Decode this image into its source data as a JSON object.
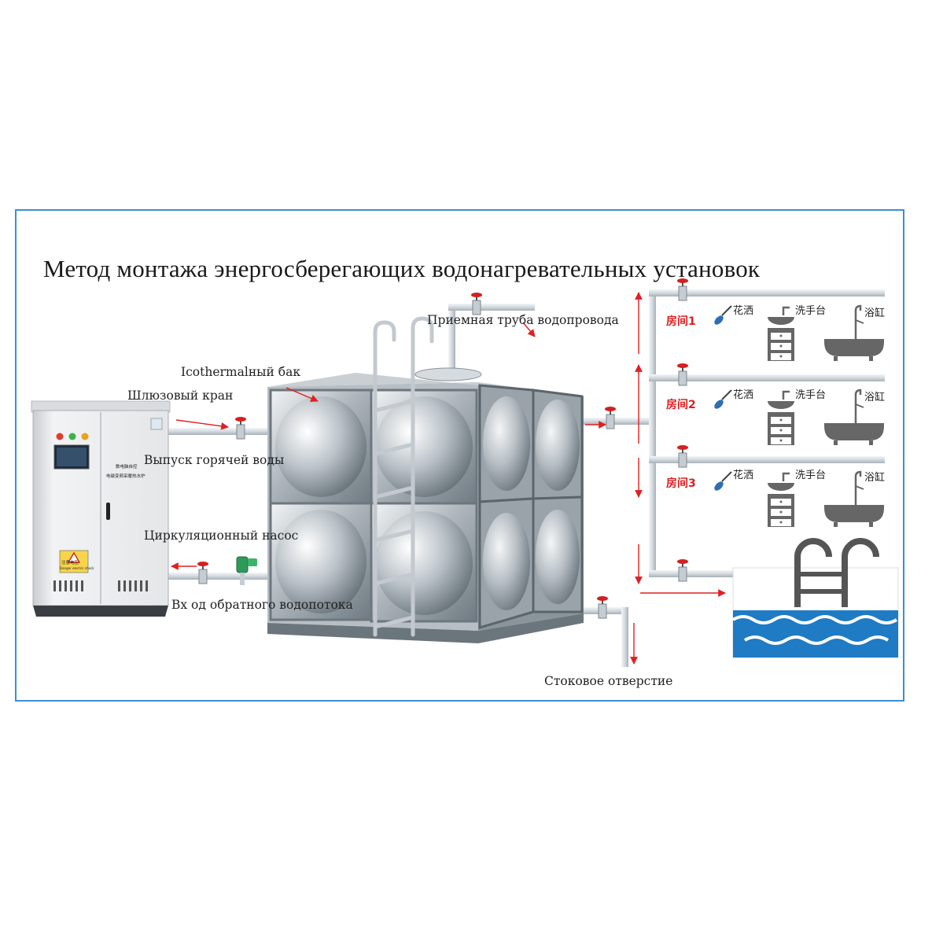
{
  "title": "Метод монтажа энергосберегающих   водонагревательных   установок",
  "labels": {
    "isothermal_tank": "Icothermalный бак",
    "gate_valve": "Шлюзовый кран",
    "hot_water_outlet": "Выпуск горячей воды",
    "circulation_pump": "Циркуляционный насос",
    "return_inlet": "Вх  од обратного водопотока",
    "supply_pipe": "Приемная труба водопровода",
    "drain": "Стоковое отверстие"
  },
  "heater_panel": {
    "line1": "数电脑自控",
    "line2": "电磁变频采暖热水炉",
    "warning": "注意电压",
    "warning_sub": "Danger electric shock"
  },
  "rooms": [
    {
      "name": "房间1",
      "shower": "花洒",
      "basin": "洗手台",
      "bathtub": "浴缸"
    },
    {
      "name": "房间2",
      "shower": "花洒",
      "basin": "洗手台",
      "bathtub": "浴缸"
    },
    {
      "name": "房间3",
      "shower": "花洒",
      "basin": "洗手台",
      "bathtub": "浴缸"
    }
  ],
  "colors": {
    "frame_border": "#3d8ed3",
    "flow_arrow": "#e02020",
    "valve": "#d42020",
    "pipe": "#d8dde2",
    "water": "#1f7bc4",
    "room_label": "#e01e1e"
  },
  "icons": [
    "heater-cabinet",
    "stainless-tank",
    "ladder",
    "gate-valve",
    "circulation-pump",
    "shower-head-icon",
    "wash-basin-icon",
    "bathtub-icon",
    "swimming-pool-icon",
    "flow-arrow"
  ]
}
